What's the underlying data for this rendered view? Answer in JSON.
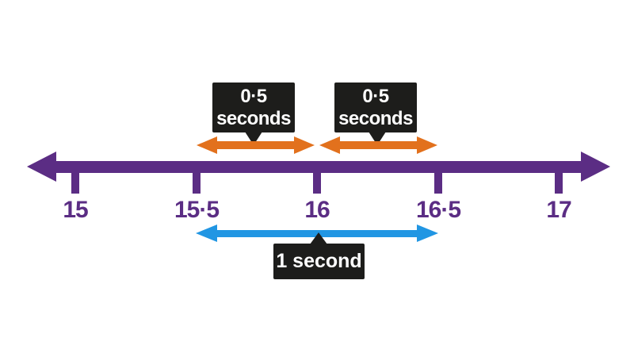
{
  "colors": {
    "purple": "#5b2d84",
    "orange": "#e2711d",
    "blue": "#2196e3",
    "label_box": "#1d1d1b",
    "label_text": "#ffffff"
  },
  "number_line": {
    "tick_labels": [
      "15",
      "15·5",
      "16",
      "16·5",
      "17"
    ]
  },
  "annotations": {
    "top_intervals": [
      {
        "from": "15·5",
        "to": "16",
        "line1": "0·5",
        "line2": "seconds"
      },
      {
        "from": "16",
        "to": "16·5",
        "line1": "0·5",
        "line2": "seconds"
      }
    ],
    "bottom_interval": {
      "from": "15·5",
      "to": "16·5",
      "label": "1 second"
    }
  }
}
